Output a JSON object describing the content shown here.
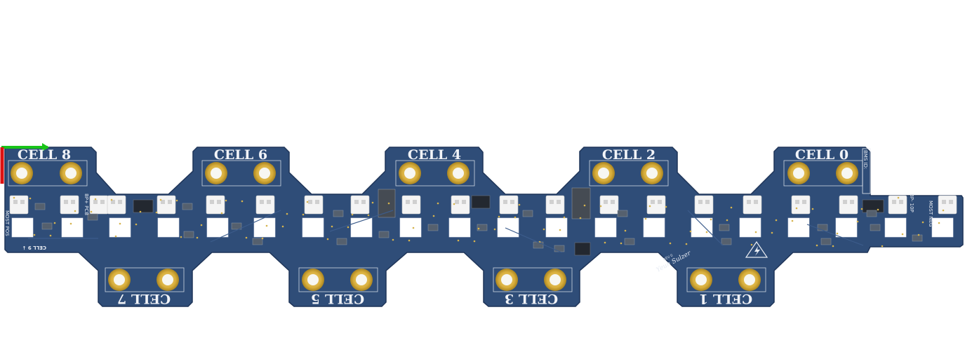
{
  "board": {
    "colors": {
      "pcb": "#2f4d78",
      "pcb_edge": "#24406a",
      "silk": "#eef1f6",
      "gold": "#e0b84a",
      "gold_dark": "#a98420",
      "connector": "#f4f4f4",
      "ic": "#232830",
      "axis_x": "#18c418",
      "axis_y": "#dd1111"
    },
    "top_cells": [
      {
        "label": "CELL 8"
      },
      {
        "label": "CELL 6"
      },
      {
        "label": "CELL 4"
      },
      {
        "label": "CELL 2"
      },
      {
        "label": "CELL 0"
      }
    ],
    "bottom_cells": [
      {
        "label": "CELL 7"
      },
      {
        "label": "CELL 5"
      },
      {
        "label": "CELL 3"
      },
      {
        "label": "CELL 1"
      }
    ],
    "left_labels": {
      "most_pos": "MOST POS",
      "cell9": "CELL 9 ↓"
    },
    "right_labels": {
      "most_neg": "MOST NEG",
      "bp": "BP- 10P"
    },
    "bp_left": "BP+ PCB",
    "bms_id": "BMS ID:",
    "signature": "Yeun Sulzer",
    "rev": "REV 0",
    "warning_icon": "high-voltage-warning-icon"
  }
}
